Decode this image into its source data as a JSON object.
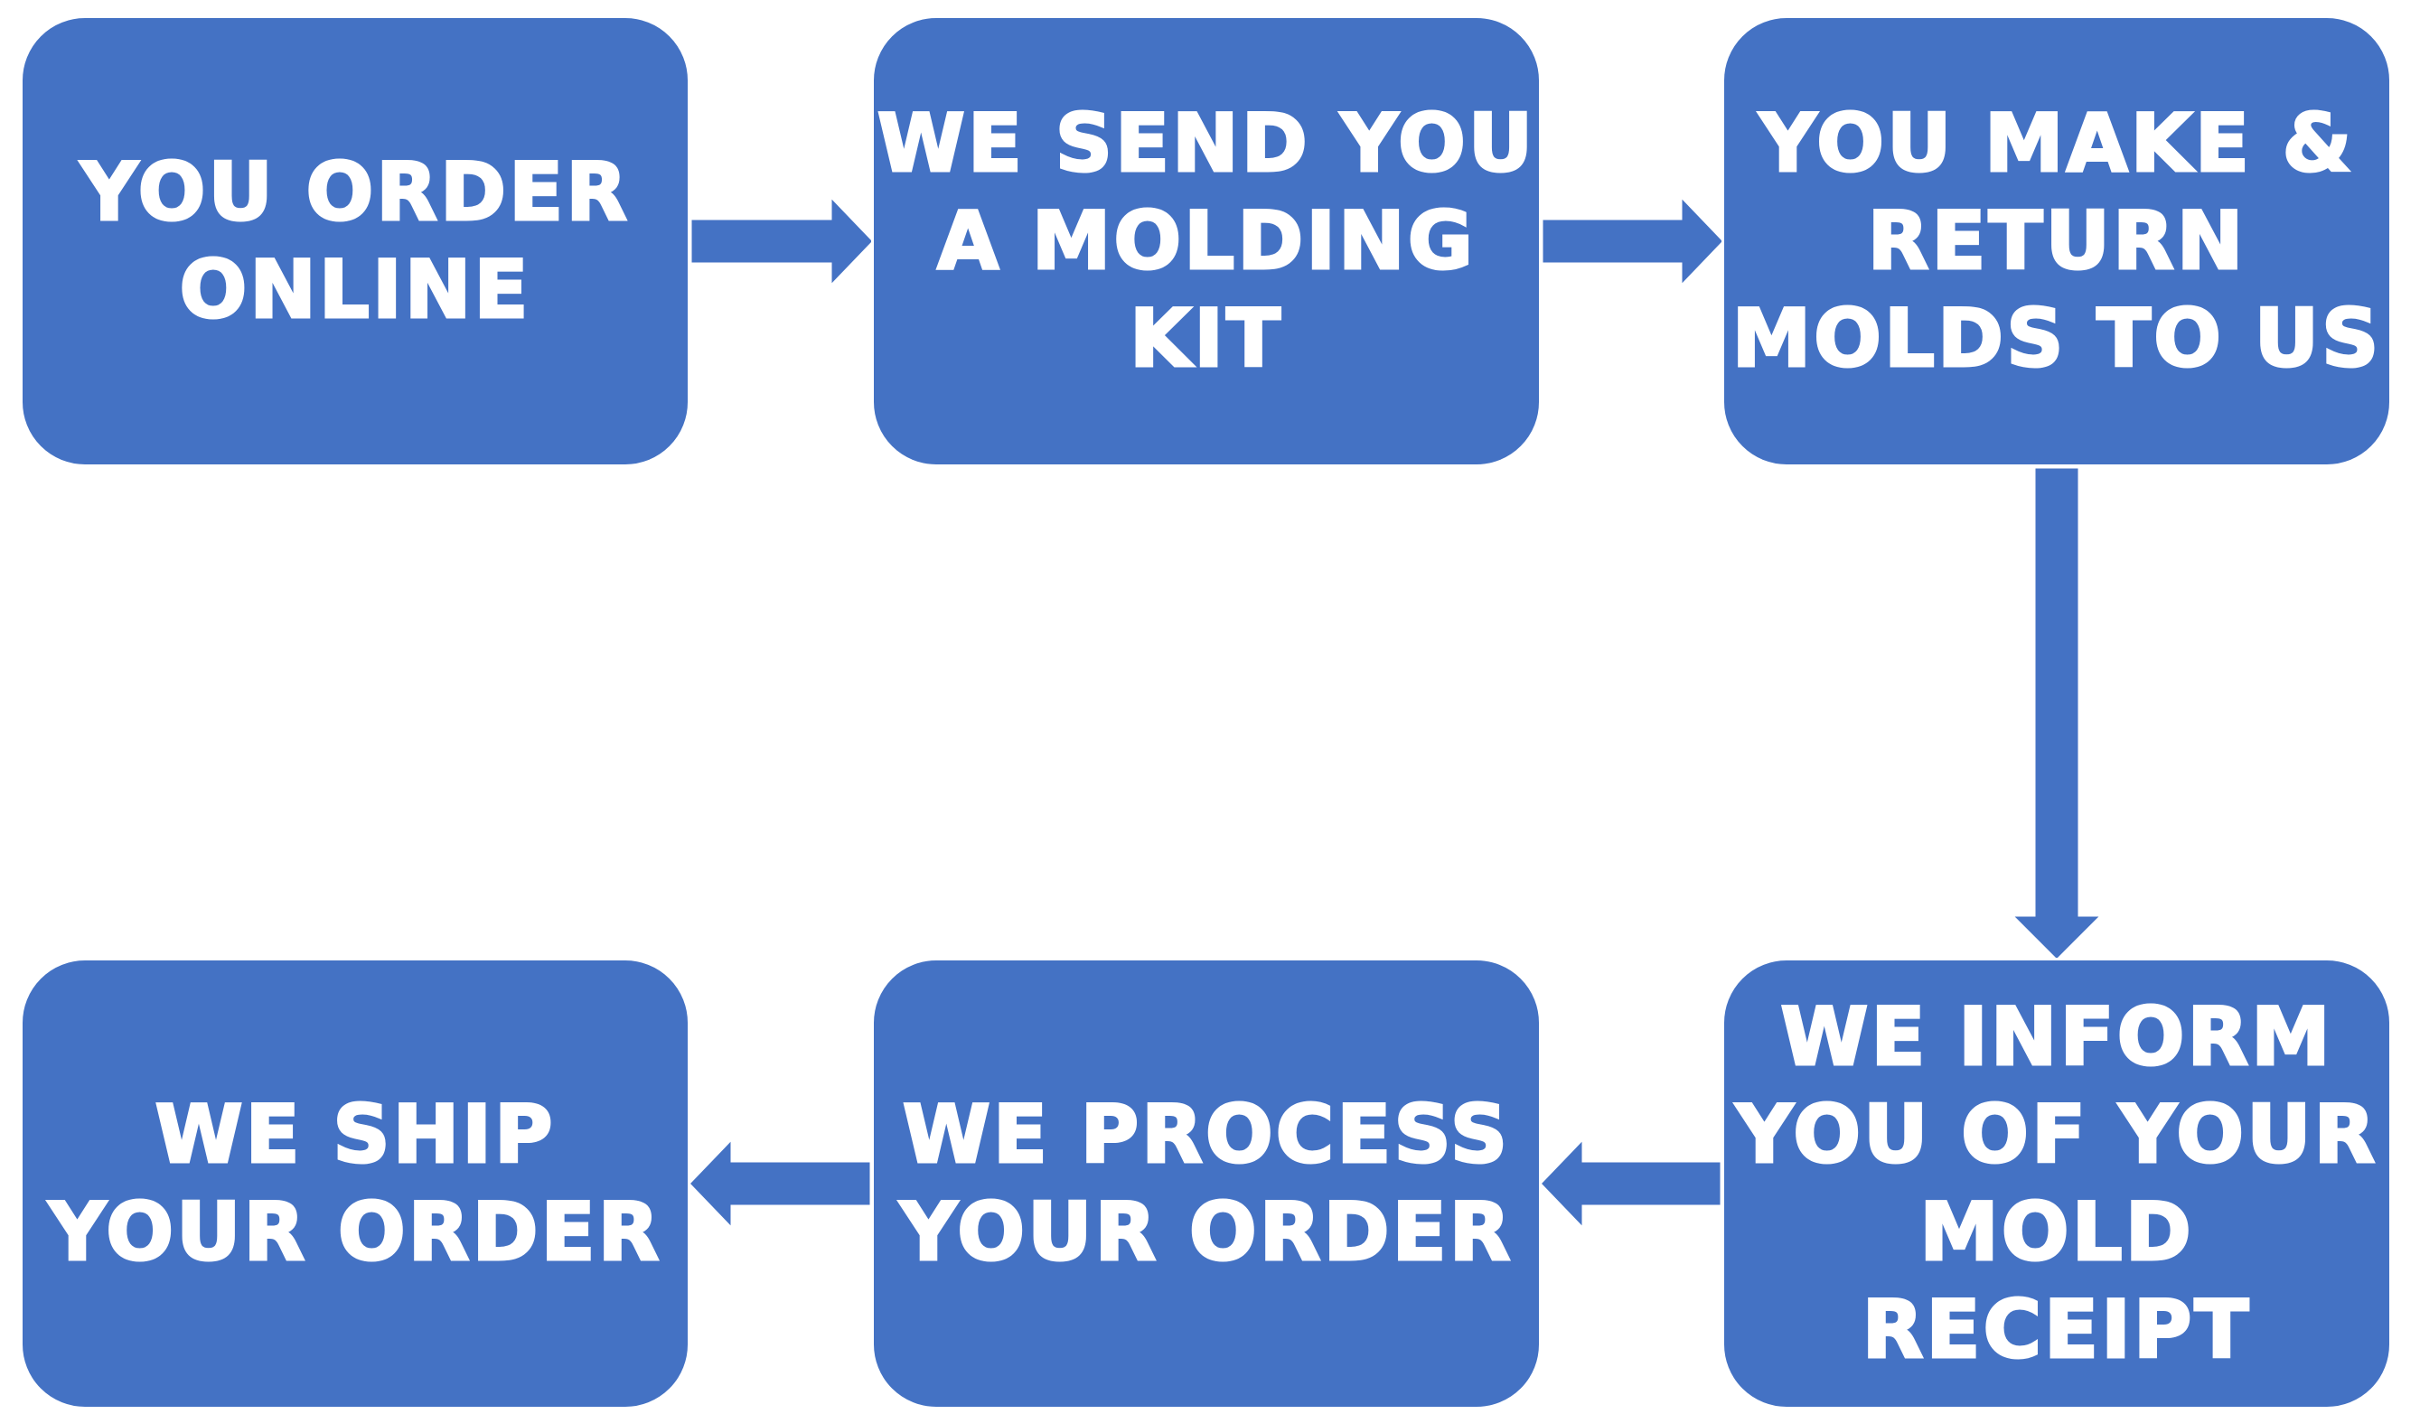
{
  "colors": {
    "box_fill": "#4472C4",
    "text": "#ffffff",
    "border": "#ffffff",
    "background": "#ffffff"
  },
  "steps": [
    {
      "id": "order-online",
      "label": "YOU ORDER\nONLINE"
    },
    {
      "id": "send-kit",
      "label": "WE SEND YOU\nA MOLDING\nKIT"
    },
    {
      "id": "return-molds",
      "label": "YOU MAKE &\nRETURN\nMOLDS TO US"
    },
    {
      "id": "inform-receipt",
      "label": "WE INFORM\nYOU OF YOUR\nMOLD\nRECEIPT"
    },
    {
      "id": "process-order",
      "label": "WE PROCESS\nYOUR ORDER"
    },
    {
      "id": "ship-order",
      "label": "WE SHIP\nYOUR ORDER"
    }
  ],
  "flow": [
    {
      "from": "order-online",
      "to": "send-kit",
      "direction": "right"
    },
    {
      "from": "send-kit",
      "to": "return-molds",
      "direction": "right"
    },
    {
      "from": "return-molds",
      "to": "inform-receipt",
      "direction": "down"
    },
    {
      "from": "inform-receipt",
      "to": "process-order",
      "direction": "left"
    },
    {
      "from": "process-order",
      "to": "ship-order",
      "direction": "left"
    }
  ]
}
